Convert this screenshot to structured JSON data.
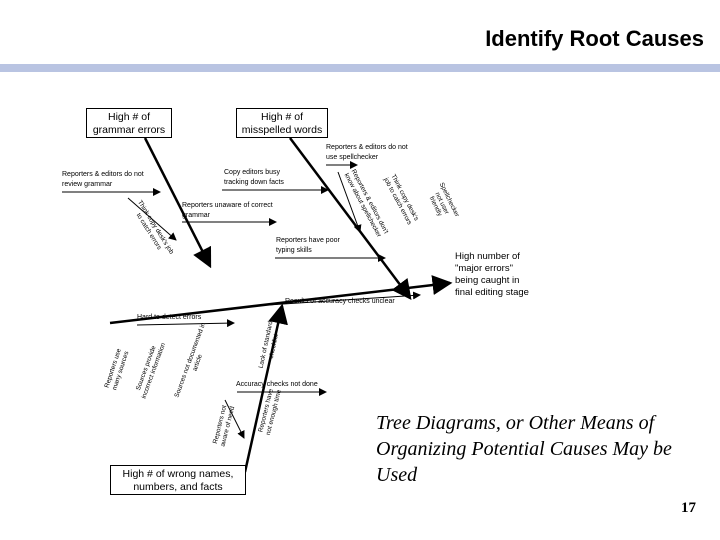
{
  "slide": {
    "title": "Identify Root Causes",
    "page_number": "17",
    "note": "Tree Diagrams, or Other Means of Organizing Potential Causes May be Used"
  },
  "diagram": {
    "effect": "High number of \"major errors\" being caught in final editing stage",
    "categories": {
      "grammar": "High # of grammar errors",
      "spelling": "High # of misspelled words",
      "names": "High # of wrong names, numbers, and facts"
    },
    "causes": {
      "no_spellchecker": "Reporters & editors do not use spellchecker",
      "copy_busy": "Copy editors busy tracking down facts",
      "not_review_grammar": "Reporters & editors do not review grammar",
      "unaware_grammar": "Reporters unaware of correct grammar",
      "poor_typing": "Reporters have poor typing skills",
      "results_unclear": "Results of accuracy checks unclear",
      "hard_detect": "Hard to detect errors",
      "accuracy_not_done": "Accuracy checks not done",
      "spellchecker_not_friendly": "Spellchecker not user friendly",
      "think_copy_spell": "Think copy desk's job to catch errors",
      "unsure_how": "Reporters & editors don't know about spellchecker",
      "think_copy_grammar": "Think copy desk's job to catch errors",
      "lack_standard": "Lack of standard checklist",
      "many_sources": "Reporters use many sources",
      "sources_provide": "Sources provide incorrect information",
      "sources_not_documented": "Sources not documented in article",
      "not_aware": "Reporters not aware of need",
      "not_enough_time": "Reporters have not enough time"
    }
  }
}
